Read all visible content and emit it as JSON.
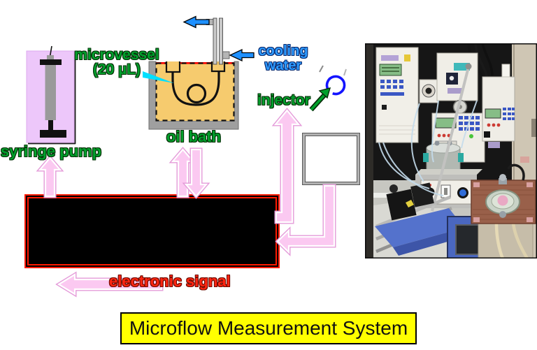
{
  "banner": {
    "title": "Microflow Measurement System"
  },
  "labels": {
    "syringe_pump": "syringe pump",
    "microvessel": "microvessel",
    "microvessel_volume": "(20 µL)",
    "oil_bath": "oil bath",
    "cooling_water_line1": "cooling",
    "cooling_water_line2": "water",
    "injector": "injector",
    "electronic_signal": "electronic signal"
  },
  "icons": {
    "syringe": "syringe-icon",
    "injection_loop": "injector-loop-icon",
    "condenser": "cooling-condenser-icon"
  },
  "colors": {
    "label_green": "#00A02C",
    "label_blue": "#2E9BFF",
    "label_red": "#FF2612",
    "arrow_pink": "#FBC9F1",
    "arrow_blue": "#1E90FF",
    "oil_bath_fill": "#F6CB6E",
    "oil_bath_gray": "#9F9F9F",
    "syringe_pump_box": "#EDC7FA",
    "signal_box_border": "#FF1A00",
    "signal_box_fill": "#000000",
    "injector_loop_blue": "#1414FF",
    "pointer_cyan": "#00E0FF",
    "banner_bg": "#FFFF00"
  }
}
